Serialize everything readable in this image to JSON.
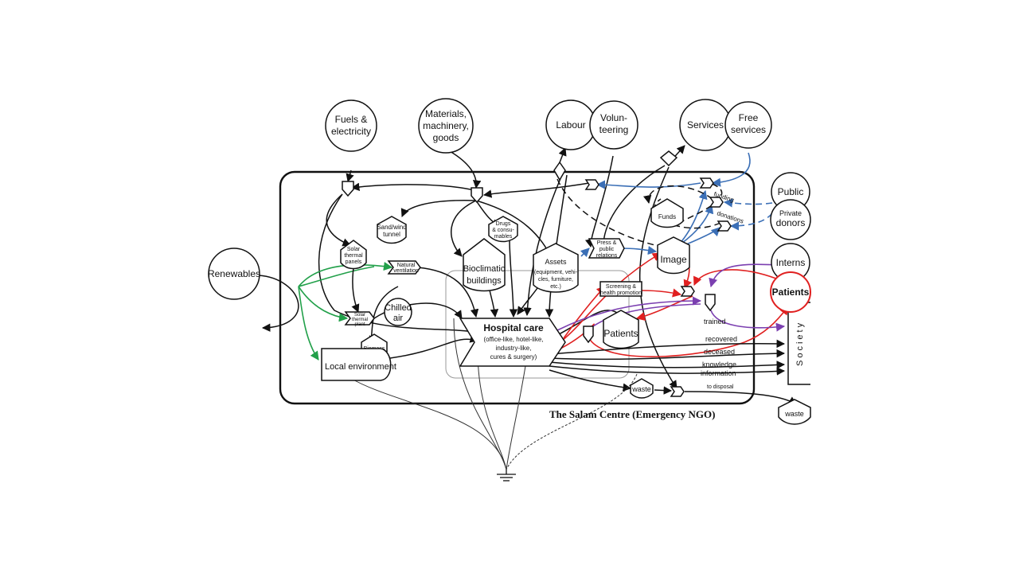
{
  "colors": {
    "green": "#22a04a",
    "blue": "#3b6fb6",
    "red": "#e02020",
    "purple": "#7b3fb0"
  },
  "sources": {
    "fuels": [
      "Fuels &",
      "electricity"
    ],
    "materials": [
      "Materials,",
      "machinery,",
      "goods"
    ],
    "labour": "Labour",
    "volunteering": [
      "Volun-",
      "teering"
    ],
    "services": "Services",
    "free_services": [
      "Free",
      "services"
    ],
    "renewables": "Renewables",
    "public": "Public",
    "private_donors": [
      "Private",
      "donors"
    ],
    "interns": "Interns",
    "patients_ext": "Patients"
  },
  "centre": {
    "title": "The Salam Centre (Emergency NGO)",
    "solar_panels": [
      "Solar",
      "thermal",
      "panels"
    ],
    "sand_tunnel": [
      "Sand/wind",
      "tunnel"
    ],
    "drugs": [
      "Drugs",
      "& consu-",
      "mables"
    ],
    "natural_ventilation": [
      "Natural",
      "ventilation"
    ],
    "solar_plant": [
      "Solar",
      "thermal",
      "plant"
    ],
    "chilled_air": [
      "Chilled",
      "air"
    ],
    "biomass": "Biomass",
    "local_environment": "Local environment",
    "bioclimatic": [
      "Bioclimatic",
      "buildings"
    ],
    "assets": [
      "Assets",
      "(equipment, vehi-",
      "cles, furniture,",
      "etc.)"
    ],
    "hospital": [
      "Hospital care",
      "(office-like, hotel-like,",
      "industry-like,",
      "cures & surgery)"
    ],
    "funds": "Funds",
    "press": [
      "Press &",
      "public",
      "relations"
    ],
    "image": "Image",
    "screening": [
      "Screening &",
      "health promotion"
    ],
    "patients_int": "Patients",
    "waste_int": "waste"
  },
  "labels": {
    "funding": "funding",
    "donations": "donations",
    "trained": "trained",
    "recovered": "recovered",
    "deceased": "deceased",
    "knowledge": "knowledge",
    "information": "information",
    "to_disposal": "to disposal"
  },
  "society": "Society",
  "waste_ext": "waste"
}
